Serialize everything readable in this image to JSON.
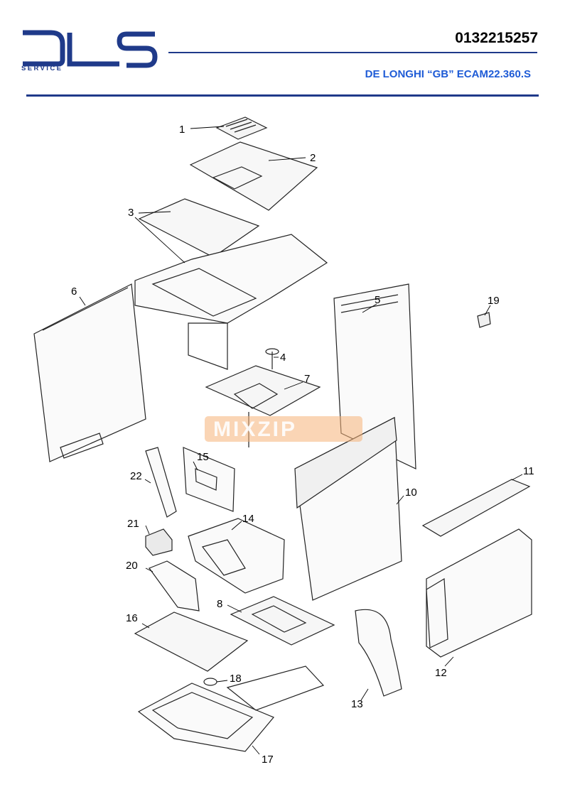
{
  "header": {
    "logo_text": "DLS",
    "service_label": "SERVICE",
    "document_number": "0132215257",
    "model": "DE LONGHI “GB” ECAM22.360.S"
  },
  "watermark": {
    "text": "MIXZIP"
  },
  "colors": {
    "brand_blue": "#1f3a8a",
    "model_blue": "#1e5bd6",
    "watermark_orange": "#f5b278"
  },
  "callouts": [
    "1",
    "2",
    "3",
    "4",
    "5",
    "6",
    "7",
    "8",
    "10",
    "11",
    "12",
    "13",
    "14",
    "15",
    "16",
    "17",
    "18",
    "19",
    "20",
    "21",
    "22"
  ]
}
